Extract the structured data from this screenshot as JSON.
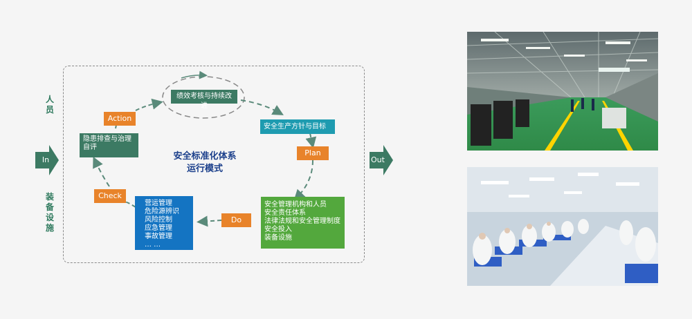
{
  "left_labels": {
    "top": "人员",
    "bottom": "装备设施"
  },
  "input_label": "In",
  "output_label": "Out",
  "center_title_line1": "安全标准化体系",
  "center_title_line2": "运行模式",
  "ellipse_label": "绩效考核与持续改进",
  "policy_box": "安全生产方针与目标",
  "hazard_box": {
    "line1": "隐患排查与治理",
    "line2": "自评"
  },
  "do_box": [
    "安全管理机构和人员",
    "安全责任体系",
    "法律法规和安全管理制度",
    "安全投入",
    "装备设施"
  ],
  "check_box": [
    "营运管理",
    "危险源辨识",
    "风险控制",
    "应急管理",
    "事故管理",
    "… …"
  ],
  "tags": {
    "action": "Action",
    "plan": "Plan",
    "do": "Do",
    "check": "Check"
  },
  "colors": {
    "green_dark": "#3c7a63",
    "teal": "#1e9bb0",
    "green": "#53a83d",
    "blue": "#1474c2",
    "orange": "#e8832a"
  }
}
